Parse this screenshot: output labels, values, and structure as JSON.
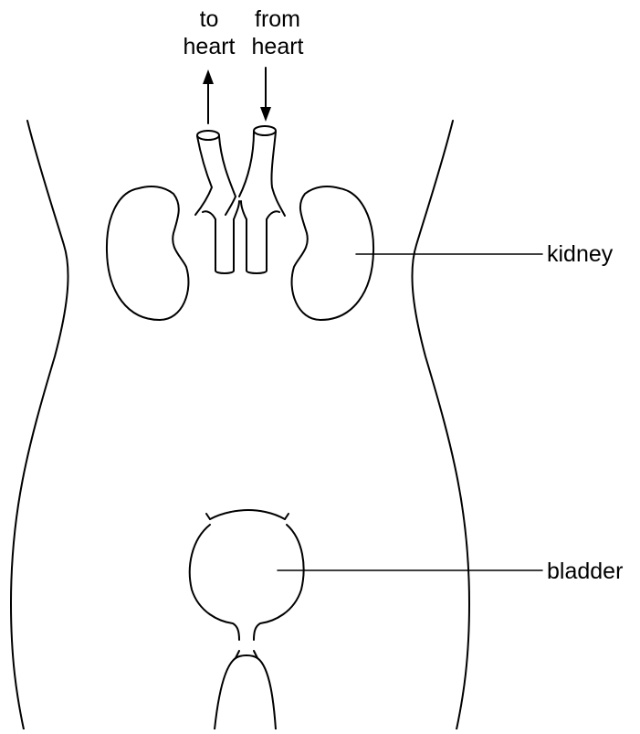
{
  "labels": {
    "to_heart_line1": "to",
    "to_heart_line2": "heart",
    "from_heart_line1": "from",
    "from_heart_line2": "heart",
    "kidney": "kidney",
    "bladder": "bladder"
  },
  "colors": {
    "line": "#000000",
    "background": "#ffffff"
  }
}
